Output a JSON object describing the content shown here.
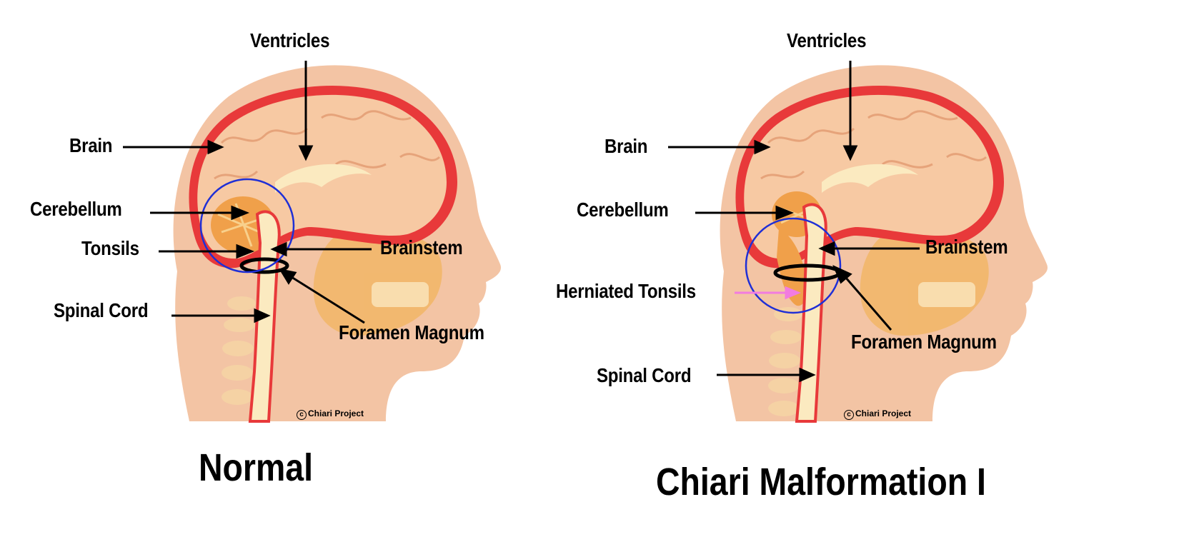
{
  "normal": {
    "caption": "Normal",
    "labels": {
      "ventricles": "Ventricles",
      "brain": "Brain",
      "cerebellum": "Cerebellum",
      "tonsils": "Tonsils",
      "brainstem": "Brainstem",
      "spinal_cord": "Spinal Cord",
      "foramen_magnum": "Foramen Magnum"
    },
    "copyright": "Chiari Project"
  },
  "chiari": {
    "caption": "Chiari Malformation I",
    "labels": {
      "ventricles": "Ventricles",
      "brain": "Brain",
      "cerebellum": "Cerebellum",
      "brainstem": "Brainstem",
      "herniated_tonsils": "Herniated Tonsils",
      "foramen_magnum": "Foramen Magnum",
      "spinal_cord": "Spinal Cord"
    },
    "copyright": "Chiari Project"
  },
  "colors": {
    "skin": "#f3c4a4",
    "skin_light": "#fbdcc6",
    "brain": "#f7c9a3",
    "brain_outline": "#e8393a",
    "cerebellum": "#f0a04a",
    "cord": "#fbeac0",
    "skull": "#f2b76a",
    "highlight_circle": "#1f2fd6",
    "herniation_arrow": "#f27be0"
  }
}
